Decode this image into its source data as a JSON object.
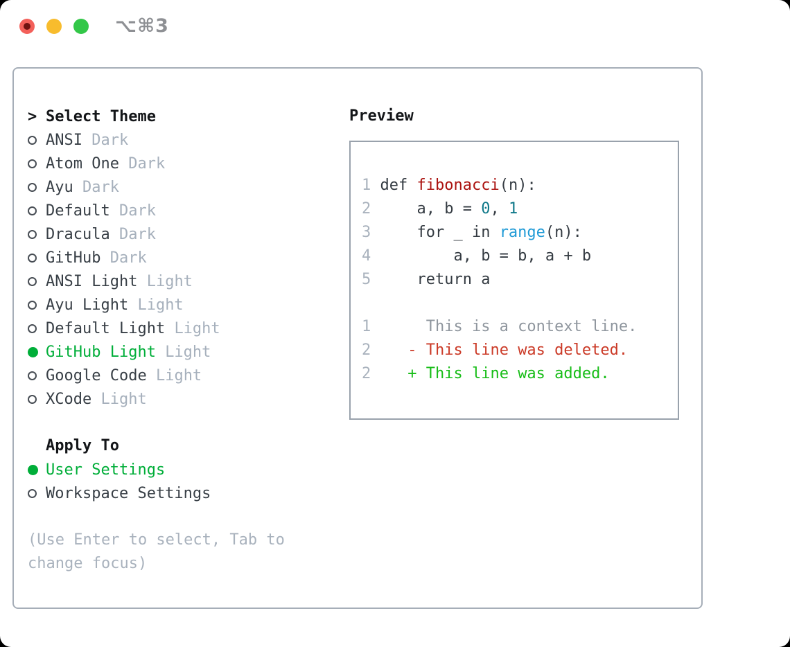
{
  "window": {
    "title": "⌥⌘3"
  },
  "left_panel": {
    "header": {
      "marker": ">",
      "label": "Select Theme"
    },
    "themes": [
      {
        "name": "ANSI",
        "variant": "Dark",
        "selected": false
      },
      {
        "name": "Atom One",
        "variant": "Dark",
        "selected": false
      },
      {
        "name": "Ayu",
        "variant": "Dark",
        "selected": false
      },
      {
        "name": "Default",
        "variant": "Dark",
        "selected": false
      },
      {
        "name": "Dracula",
        "variant": "Dark",
        "selected": false
      },
      {
        "name": "GitHub",
        "variant": "Dark",
        "selected": false
      },
      {
        "name": "ANSI Light",
        "variant": "Light",
        "selected": false
      },
      {
        "name": "Ayu Light",
        "variant": "Light",
        "selected": false
      },
      {
        "name": "Default Light",
        "variant": "Light",
        "selected": false
      },
      {
        "name": "GitHub Light",
        "variant": "Light",
        "selected": true
      },
      {
        "name": "Google Code",
        "variant": "Light",
        "selected": false
      },
      {
        "name": "XCode",
        "variant": "Light",
        "selected": false
      }
    ],
    "apply_to": {
      "label": "Apply To",
      "options": [
        {
          "name": "User Settings",
          "selected": true
        },
        {
          "name": "Workspace Settings",
          "selected": false
        }
      ]
    },
    "hint": "(Use Enter to select, Tab to change focus)"
  },
  "preview": {
    "header": "Preview",
    "code_lines": [
      {
        "num": "1",
        "segments": [
          {
            "text": "def ",
            "token": "plain"
          },
          {
            "text": "fibonacci",
            "token": "func"
          },
          {
            "text": "(n):",
            "token": "plain"
          }
        ]
      },
      {
        "num": "2",
        "segments": [
          {
            "text": "    a, b = ",
            "token": "plain"
          },
          {
            "text": "0",
            "token": "number"
          },
          {
            "text": ", ",
            "token": "plain"
          },
          {
            "text": "1",
            "token": "number"
          }
        ]
      },
      {
        "num": "3",
        "segments": [
          {
            "text": "    for _ in ",
            "token": "plain"
          },
          {
            "text": "range",
            "token": "builtin"
          },
          {
            "text": "(n):",
            "token": "plain"
          }
        ]
      },
      {
        "num": "4",
        "segments": [
          {
            "text": "        a, b = b, a + b",
            "token": "plain"
          }
        ]
      },
      {
        "num": "5",
        "segments": [
          {
            "text": "    return a",
            "token": "plain"
          }
        ]
      },
      {
        "num": "",
        "segments": []
      },
      {
        "num": "1",
        "segments": [
          {
            "text": "     This is a context line.",
            "token": "context"
          }
        ]
      },
      {
        "num": "2",
        "segments": [
          {
            "text": "   ",
            "token": "plain"
          },
          {
            "text": "- This line was deleted.",
            "token": "deleted"
          }
        ]
      },
      {
        "num": "2",
        "segments": [
          {
            "text": "   ",
            "token": "plain"
          },
          {
            "text": "+ This line was added.",
            "token": "added"
          }
        ]
      }
    ]
  },
  "colors": {
    "accent_green": "#00ae39",
    "added_green": "#17bd17",
    "deleted_red": "#cb3a27",
    "function_red": "#ab1310",
    "number_teal": "#0e7889",
    "builtin_blue": "#1f9ad6",
    "code_text": "#343b42",
    "context_gray": "#8f969e",
    "line_number_gray": "#a9b2bd",
    "muted_gray": "#a6b0bc",
    "hint_gray": "#a9b2bd",
    "text_dark": "#383f46",
    "heading_black": "#141619",
    "panel_border": "#a6aeb8",
    "preview_border": "#99a2ac",
    "titlebar_gray": "#8e9094",
    "light_red": "#f3605a",
    "light_red_dot": "#701210",
    "light_yellow": "#f8bc2d",
    "light_green": "#33c748"
  }
}
